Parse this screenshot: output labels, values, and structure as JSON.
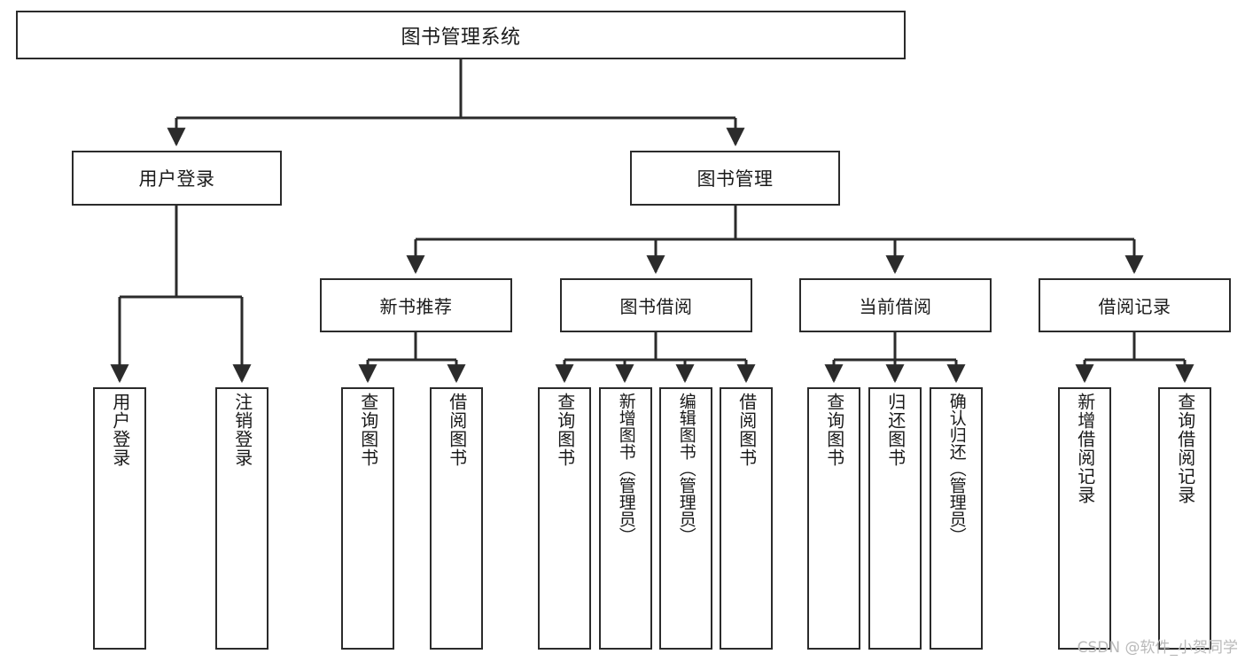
{
  "diagram": {
    "title": "图书管理系统",
    "type": "tree",
    "watermark": "CSDN @软件_小贺同学",
    "colors": {
      "box_stroke": "#2b2b2b",
      "box_fill": "#ffffff",
      "line": "#2b2b2b",
      "text": "#1a1a1a",
      "watermark": "#b9b9b9"
    },
    "root": {
      "label": "图书管理系统"
    },
    "level2": [
      {
        "label": "用户登录"
      },
      {
        "label": "图书管理"
      }
    ],
    "level3": [
      {
        "label": "新书推荐"
      },
      {
        "label": "图书借阅"
      },
      {
        "label": "当前借阅"
      },
      {
        "label": "借阅记录"
      }
    ],
    "leaves": {
      "user_login": [
        {
          "label": "用户登录"
        },
        {
          "label": "注销登录"
        }
      ],
      "new_book": [
        {
          "label": "查询图书"
        },
        {
          "label": "借阅图书"
        }
      ],
      "borrow_book": [
        {
          "label": "查询图书"
        },
        {
          "label": "新增图书（管理员）"
        },
        {
          "label": "编辑图书（管理员）"
        },
        {
          "label": "借阅图书"
        }
      ],
      "current_borrow": [
        {
          "label": "查询图书"
        },
        {
          "label": "归还图书"
        },
        {
          "label": "确认归还（管理员）"
        }
      ],
      "borrow_record": [
        {
          "label": "新增借阅记录"
        },
        {
          "label": "查询借阅记录"
        }
      ]
    }
  }
}
